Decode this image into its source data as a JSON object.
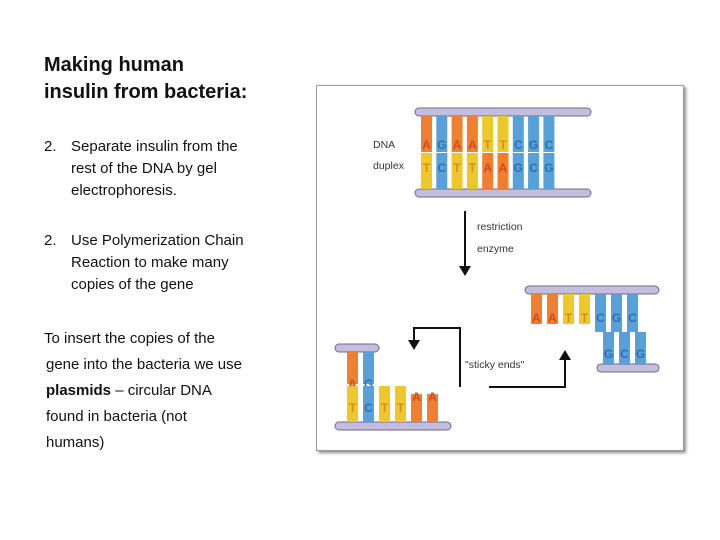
{
  "slide": {
    "title_line1": "Making human",
    "title_line2": "insulin from bacteria:",
    "items": [
      {
        "number": "2.",
        "lines": [
          "Separate insulin from the",
          "rest of the DNA by gel",
          "electrophoresis."
        ]
      },
      {
        "number": "2.",
        "lines": [
          "Use Polymerization Chain",
          "Reaction to make many",
          "copies of the gene"
        ]
      }
    ],
    "paragraph": {
      "line1": "To insert the copies of the",
      "line2": "gene into the bacteria we use",
      "bold_word": "plasmids",
      "line3_rest": " – circular DNA",
      "line4": "found in bacteria (not",
      "line5": "humans)"
    }
  },
  "diagram": {
    "labels": {
      "dna_line1": "DNA",
      "dna_line2": "duplex",
      "enzyme_line1": "restriction",
      "enzyme_line2": "enzyme",
      "sticky_ends": "\"sticky ends\""
    },
    "colors": {
      "A": "#f08030",
      "T": "#ecc82a",
      "G": "#58a0d8",
      "C": "#58a0d8",
      "backbone": "#c4bddd",
      "A_letter": "#d84818",
      "T_letter": "#d89018",
      "G_letter": "#2a72b8",
      "C_letter": "#2a72b8"
    },
    "top_strand": [
      "A",
      "G",
      "A",
      "A",
      "T",
      "T",
      "C",
      "G",
      "C"
    ],
    "bottom_strand": [
      "T",
      "C",
      "T",
      "T",
      "A",
      "A",
      "G",
      "C",
      "G"
    ],
    "left_fragment_top": [
      "A",
      "G"
    ],
    "left_fragment_bottom": [
      "T",
      "C",
      "T",
      "T",
      "A",
      "A"
    ],
    "right_fragment_top": [
      "A",
      "A",
      "T",
      "T",
      "C",
      "G",
      "C"
    ],
    "right_fragment_bottom": [
      "G",
      "C",
      "G"
    ]
  }
}
